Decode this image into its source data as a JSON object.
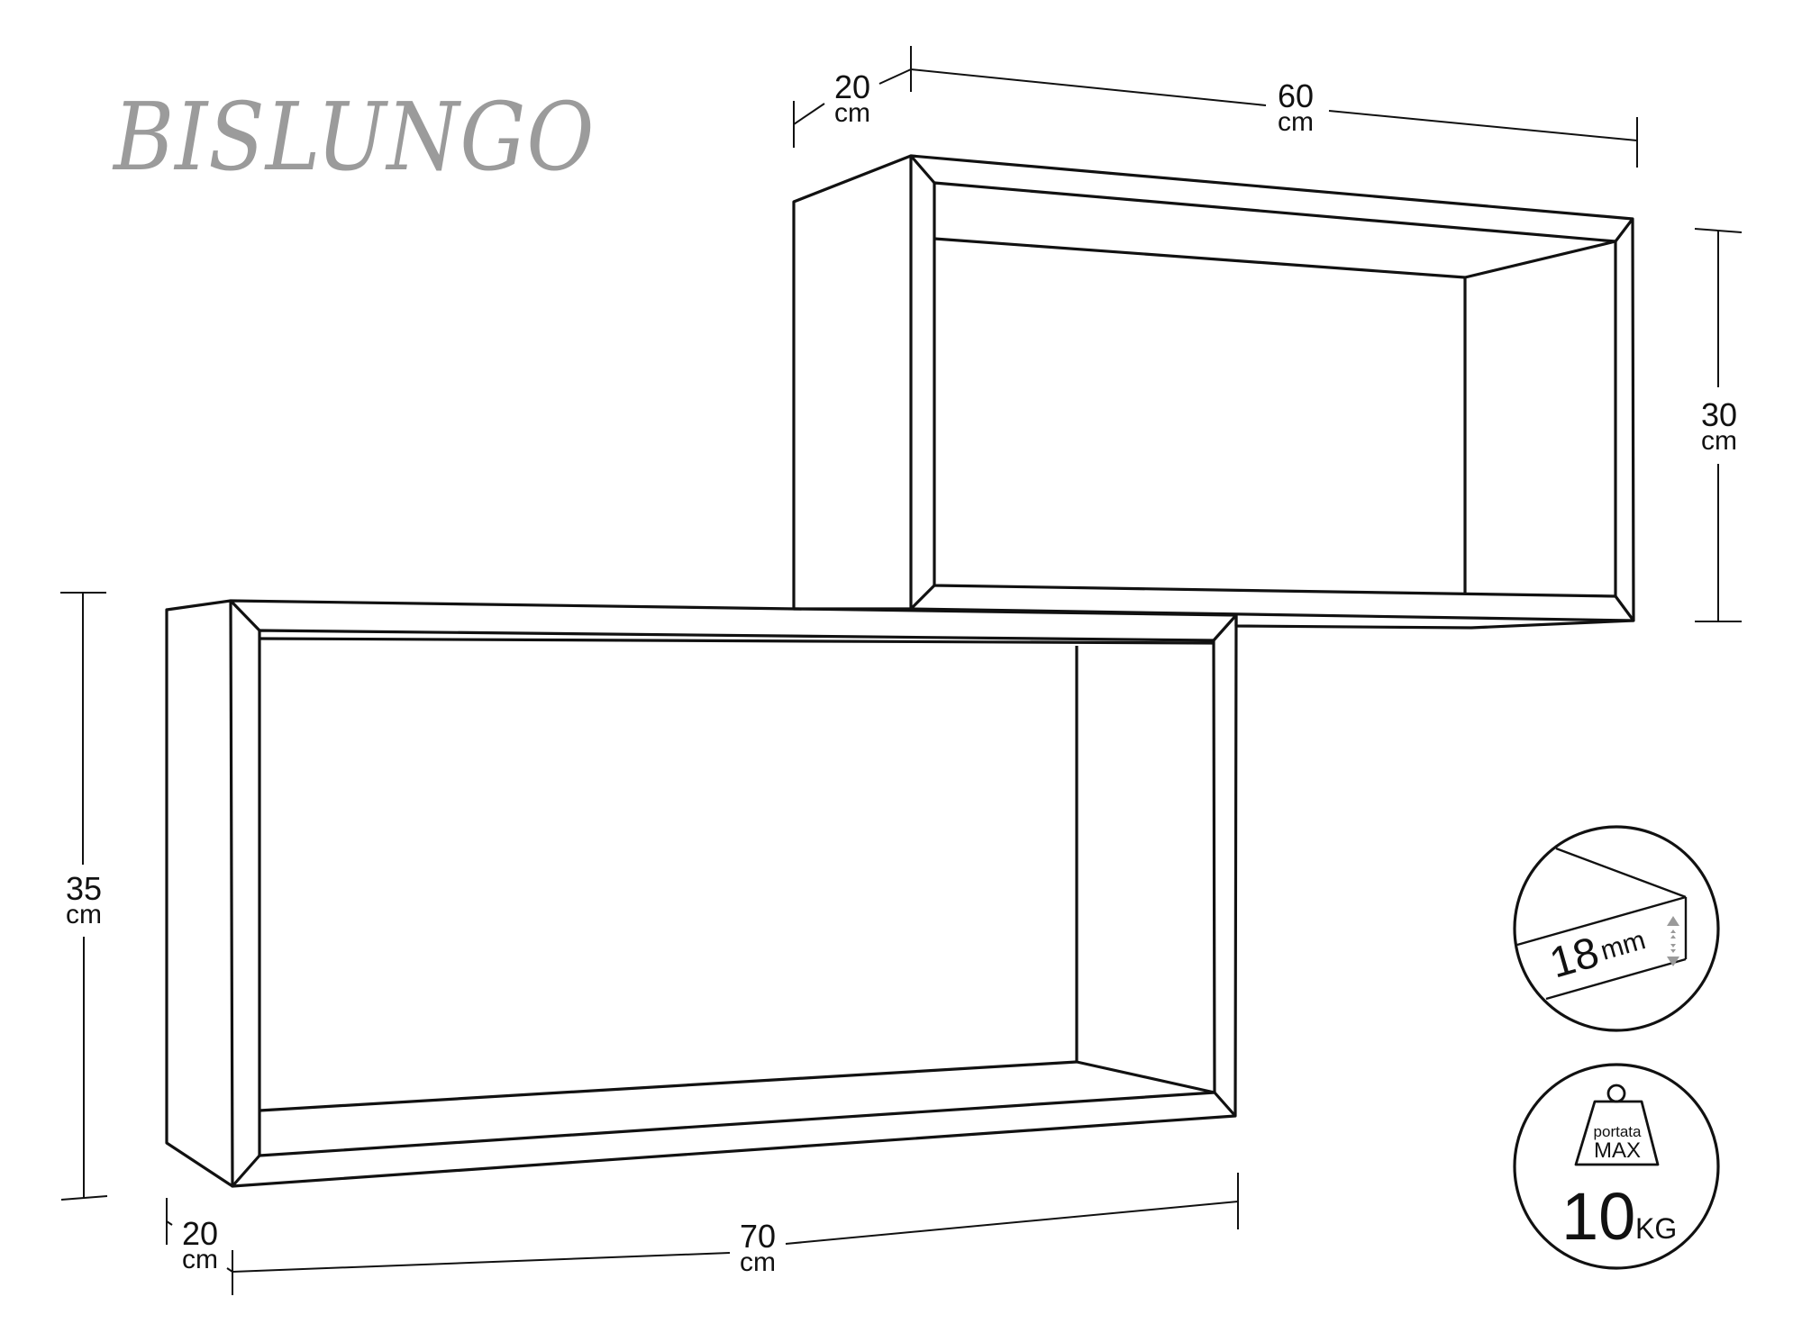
{
  "title": "BISLUNGO",
  "dimensions": {
    "upper_depth": {
      "value": "20",
      "unit": "cm"
    },
    "upper_width": {
      "value": "60",
      "unit": "cm"
    },
    "upper_height": {
      "value": "30",
      "unit": "cm"
    },
    "lower_height": {
      "value": "35",
      "unit": "cm"
    },
    "lower_depth": {
      "value": "20",
      "unit": "cm"
    },
    "lower_width": {
      "value": "70",
      "unit": "cm"
    }
  },
  "badges": {
    "thickness": {
      "value": "18",
      "unit": "mm"
    },
    "max_load": {
      "label_top": "portata",
      "label_bottom": "MAX",
      "value": "10",
      "unit": "KG"
    }
  },
  "colors": {
    "line": "#111111",
    "title": "#9b9b9b",
    "arrow": "#9a9a9a"
  }
}
